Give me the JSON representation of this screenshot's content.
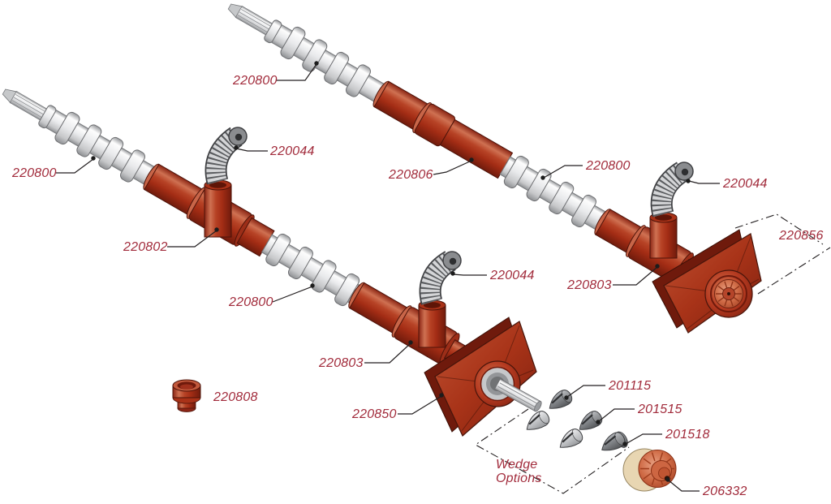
{
  "labels": [
    {
      "id": "220800-upper-left",
      "text": "220800"
    },
    {
      "id": "220800-lower-left",
      "text": "220800"
    },
    {
      "id": "220044-lower-mid",
      "text": "220044"
    },
    {
      "id": "220806-upper",
      "text": "220806"
    },
    {
      "id": "220800-upper-right",
      "text": "220800"
    },
    {
      "id": "220044-upper-right",
      "text": "220044"
    },
    {
      "id": "220802-lower",
      "text": "220802"
    },
    {
      "id": "220856-upper-right",
      "text": "220856"
    },
    {
      "id": "220800-lower-mid",
      "text": "220800"
    },
    {
      "id": "220044-lower-right",
      "text": "220044"
    },
    {
      "id": "220803-upper",
      "text": "220803"
    },
    {
      "id": "220803-lower",
      "text": "220803"
    },
    {
      "id": "220808-bushing",
      "text": "220808"
    },
    {
      "id": "220850-flange",
      "text": "220850"
    },
    {
      "id": "201115-wedge",
      "text": "201115"
    },
    {
      "id": "201515-wedge",
      "text": "201515"
    },
    {
      "id": "201518-wedge",
      "text": "201518"
    },
    {
      "id": "206332-cap",
      "text": "206332"
    }
  ],
  "wedge_options_text": "Wedge\nOptions",
  "colors": {
    "label_text": "#a22c3c",
    "part_red_mid": "#b13a22",
    "part_red_dark": "#7c1d0e",
    "part_red_highlight": "#cf7152",
    "metal_light": "#e9eaec",
    "metal_shadow": "#8e9093",
    "wedge_dark_gray": "#85888c",
    "wedge_light_gray": "#c2c4c7",
    "cap_cream": "#e8d6b2",
    "cap_salmon": "#cf6a45",
    "leader_line": "#231f20",
    "background": "#ffffff"
  }
}
